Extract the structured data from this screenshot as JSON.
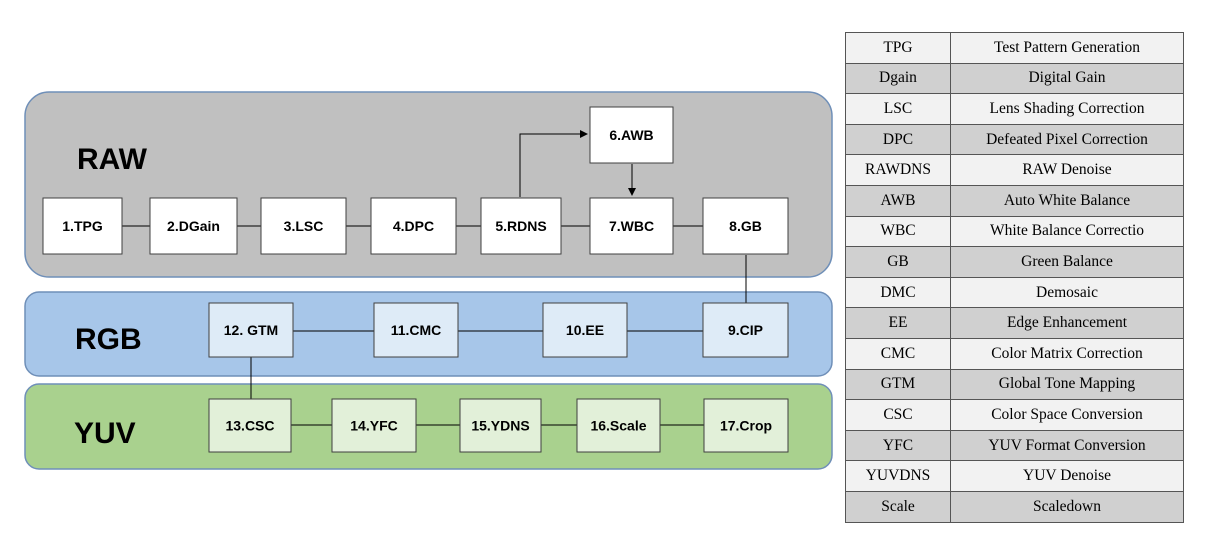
{
  "bands": [
    {
      "id": "raw",
      "title": "RAW",
      "fill": "#c0c0c0",
      "stroke": "#6f8fb8"
    },
    {
      "id": "rgb",
      "title": "RGB",
      "fill": "#a7c6e9",
      "stroke": "#6f8fb8"
    },
    {
      "id": "yuv",
      "title": "YUV",
      "fill": "#a9d18e",
      "stroke": "#6f8fb8"
    }
  ],
  "nodes": {
    "tpg": "1.TPG",
    "dgain": "2.DGain",
    "lsc": "3.LSC",
    "dpc": "4.DPC",
    "rdns": "5.RDNS",
    "awb": "6.AWB",
    "wbc": "7.WBC",
    "gb": "8.GB",
    "cip": "9.CIP",
    "ee": "10.EE",
    "cmc": "11.CMC",
    "gtm": "12. GTM",
    "csc": "13.CSC",
    "yfc": "14.YFC",
    "ydns": "15.YDNS",
    "scale": "16.Scale",
    "crop": "17.Crop"
  },
  "node_fill": {
    "raw": "#ffffff",
    "rgb": "#deebf7",
    "yuv": "#e2f0d9"
  },
  "table": {
    "rows": [
      {
        "abbr": "TPG",
        "desc": "Test Pattern Generation"
      },
      {
        "abbr": "Dgain",
        "desc": "Digital Gain"
      },
      {
        "abbr": "LSC",
        "desc": "Lens Shading Correction"
      },
      {
        "abbr": "DPC",
        "desc": "Defeated Pixel Correction"
      },
      {
        "abbr": "RAWDNS",
        "desc": "RAW Denoise"
      },
      {
        "abbr": "AWB",
        "desc": "Auto White Balance"
      },
      {
        "abbr": "WBC",
        "desc": "White Balance Correctio"
      },
      {
        "abbr": "GB",
        "desc": "Green Balance"
      },
      {
        "abbr": "DMC",
        "desc": "Demosaic"
      },
      {
        "abbr": "EE",
        "desc": "Edge Enhancement"
      },
      {
        "abbr": "CMC",
        "desc": "Color Matrix Correction"
      },
      {
        "abbr": "GTM",
        "desc": "Global Tone Mapping"
      },
      {
        "abbr": "CSC",
        "desc": "Color Space Conversion"
      },
      {
        "abbr": "YFC",
        "desc": "YUV Format Conversion"
      },
      {
        "abbr": "YUVDNS",
        "desc": "YUV Denoise"
      },
      {
        "abbr": "Scale",
        "desc": "Scaledown"
      }
    ],
    "light_fill": "#f2f2f2",
    "dark_fill": "#d0d0d0"
  }
}
